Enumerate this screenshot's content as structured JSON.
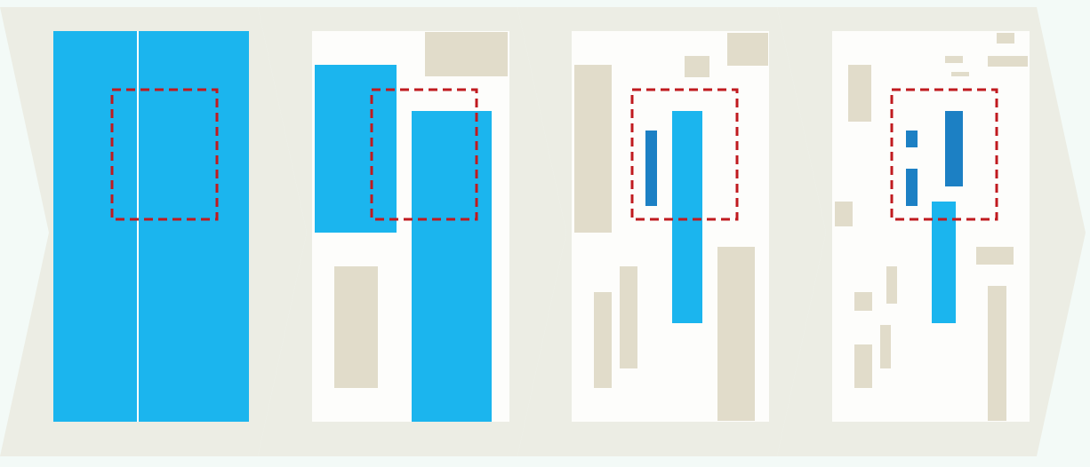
{
  "colors": {
    "background": "#f3faf7",
    "chevron": "#ecede4",
    "panel_background": "#fdfdfb",
    "highlight_blue": "#1bb5ee",
    "dark_blue": "#1c80c4",
    "tan": "#e1dcca",
    "focus_outline": "#c01a1f",
    "divider": "#ffffff"
  },
  "panels": [
    {
      "id": "stage-1",
      "description_elements": [
        "full-blue-block",
        "divider-line",
        "focus-box"
      ]
    },
    {
      "id": "stage-2"
    },
    {
      "id": "stage-3"
    },
    {
      "id": "stage-4"
    }
  ]
}
